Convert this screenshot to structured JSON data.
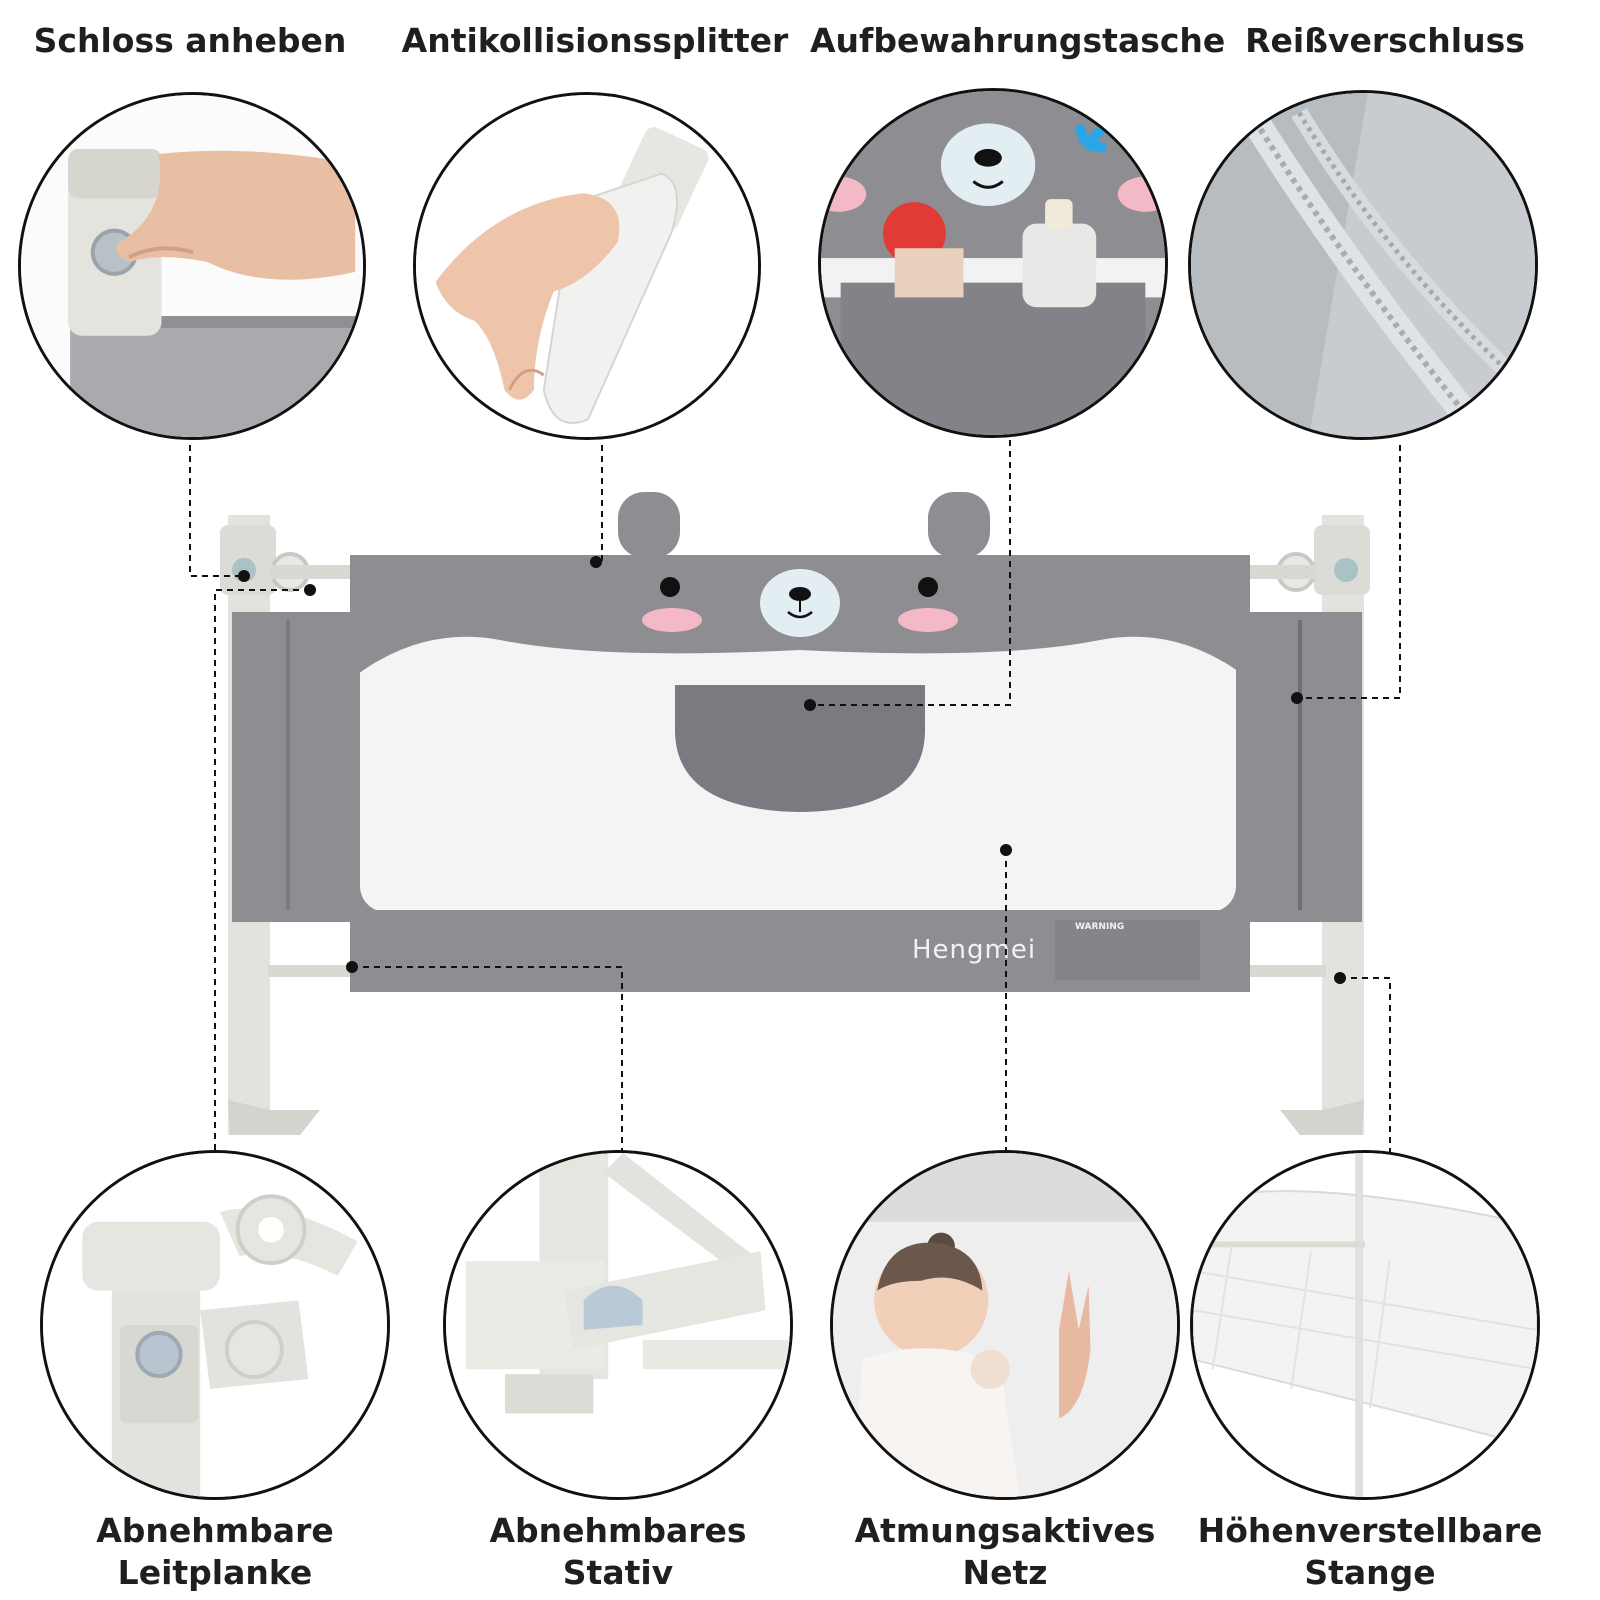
{
  "top_labels": {
    "lift_lock": "Schloss anheben",
    "anti_collision": "Antikollisionssplitter",
    "storage_bag": "Aufbewahrungstasche",
    "zipper": "Reißverschluss"
  },
  "bottom_labels": {
    "rail_line1": "Abnehmbare",
    "rail_line2": "Leitplanke",
    "stand_line1": "Abnehmbares",
    "stand_line2": "Stativ",
    "net_line1": "Atmungsaktives",
    "net_line2": "Netz",
    "rod_line1": "Höhenverstellbare",
    "rod_line2": "Stange"
  },
  "product": {
    "brand": "Hengmei",
    "warning_title": "WARNING"
  },
  "colors": {
    "fabric": "#8e8d92",
    "fabric_dark": "#7b7a80",
    "frame": "#e2e2de",
    "mesh": "#f4f4f4",
    "cheek": "#f3b9c6",
    "bear_face": "#e3eef3",
    "text": "#1f1f1f"
  }
}
